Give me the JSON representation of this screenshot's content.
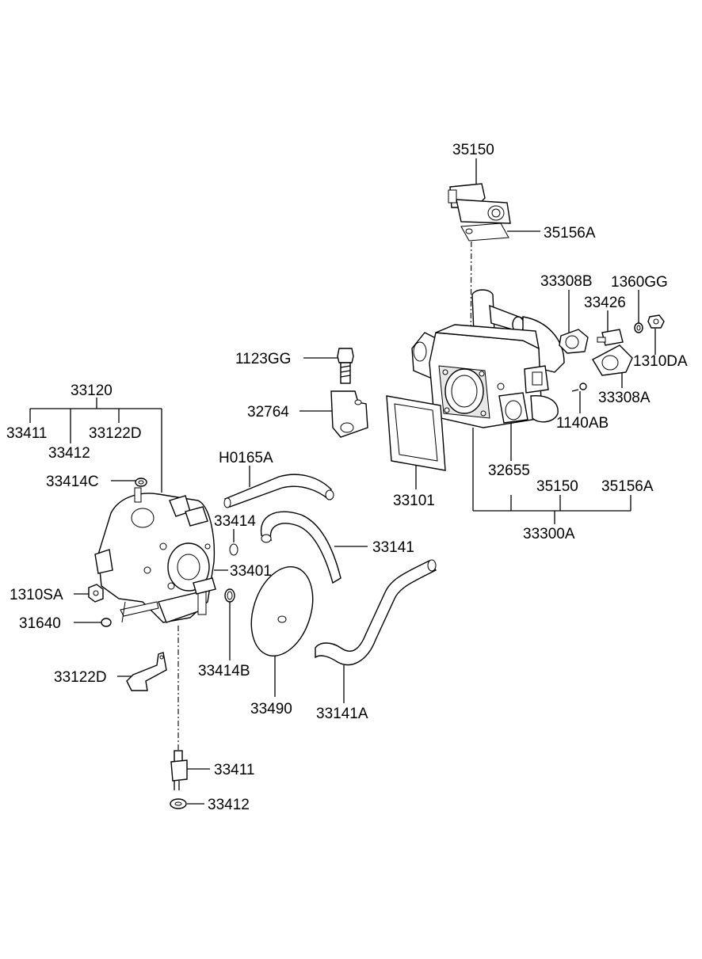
{
  "labels": {
    "p35150_top": "35150",
    "p35156A_top": "35156A",
    "p33308B": "33308B",
    "p1360GG": "1360GG",
    "p33426": "33426",
    "p1310DA": "1310DA",
    "p33308A": "33308A",
    "p1123GG": "1123GG",
    "p32764": "32764",
    "p1140AB": "1140AB",
    "p33120": "33120",
    "p33411_top": "33411",
    "p33122D_top": "33122D",
    "p33412_top": "33412",
    "pH0165A": "H0165A",
    "p33101": "33101",
    "p32655": "32655",
    "p35150_group": "35150",
    "p35156A_group": "35156A",
    "p33414C": "33414C",
    "p33414": "33414",
    "p33141": "33141",
    "p33300A": "33300A",
    "p33401": "33401",
    "p1310SA": "1310SA",
    "p31640": "31640",
    "p33414B": "33414B",
    "p33122D_bottom": "33122D",
    "p33490": "33490",
    "p33141A": "33141A",
    "p33411_bottom": "33411",
    "p33412_bottom": "33412"
  }
}
